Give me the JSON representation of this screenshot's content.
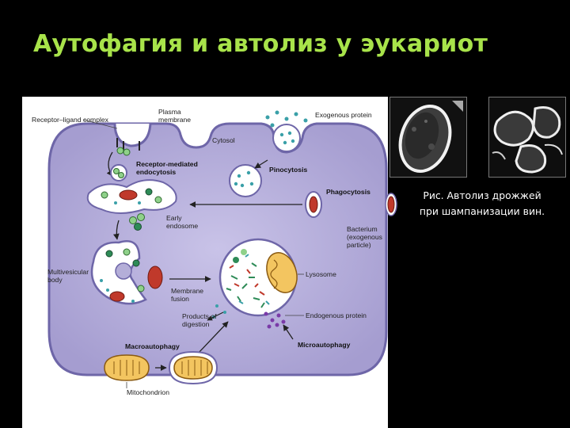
{
  "slide": {
    "title": "Аутофагия и автолиз у эукариот",
    "caption_line1": "Рис. Автолиз  дрожжей",
    "caption_line2": "при шампанизации вин.",
    "colors": {
      "title": "#a8e34a",
      "background": "#000000",
      "cytosol": "#b4aed8",
      "caption": "#ffffff"
    }
  },
  "diagram": {
    "receptor_ligand": "Receptor–ligand complex",
    "plasma_membrane_1": "Plasma",
    "plasma_membrane_2": "membrane",
    "exogenous_protein": "Exogenous protein",
    "cytosol": "Cytosol",
    "rme_1": "Receptor-mediated",
    "rme_2": "endocytosis",
    "pinocytosis": "Pinocytosis",
    "phagocytosis": "Phagocytosis",
    "early_1": "Early",
    "early_2": "endosome",
    "bacterium_1": "Bacterium",
    "bacterium_2": "(exogenous",
    "bacterium_3": "particle)",
    "mvb_1": "Multivesicular",
    "mvb_2": "body",
    "lysosome": "Lysosome",
    "fusion_1": "Membrane",
    "fusion_2": "fusion",
    "products_1": "Products of",
    "products_2": "digestion",
    "endogenous_protein": "Endogenous protein",
    "macroautophagy": "Macroautophagy",
    "microautophagy": "Microautophagy",
    "mitochondrion": "Mitochondrion"
  },
  "photos": {
    "left_icon": "yeast-cell-micrograph-icon",
    "right_icon": "lysed-yeast-cells-micrograph-icon"
  }
}
